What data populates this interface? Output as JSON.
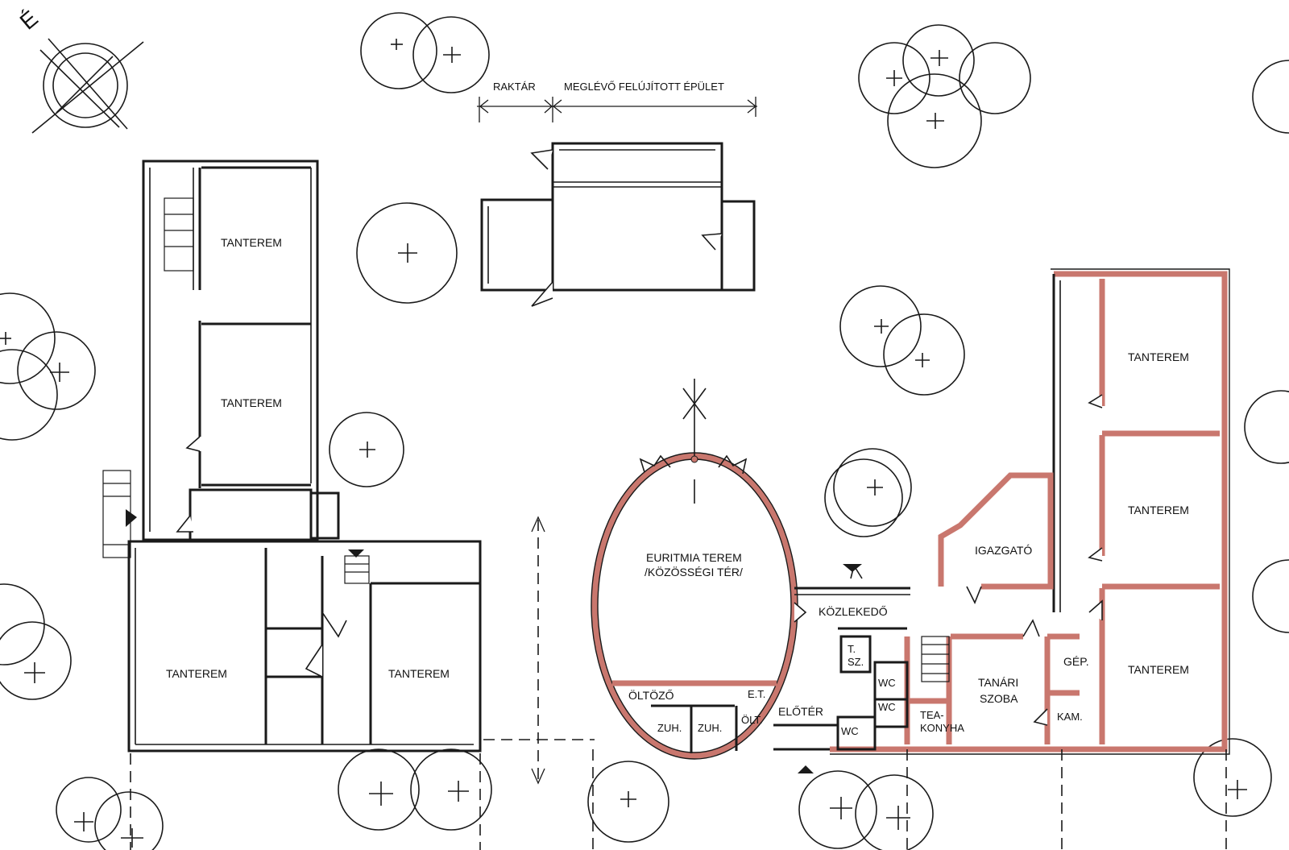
{
  "compass": {
    "north_label": "É"
  },
  "dimension_labels": {
    "storage": "RAKTÁR",
    "existing_building": "MEGLÉVŐ FELÚJÍTOTT ÉPÜLET"
  },
  "rooms": {
    "left_classroom_1": "TANTEREM",
    "left_classroom_2": "TANTEREM",
    "left_classroom_3": "TANTEREM",
    "left_classroom_4": "TANTEREM",
    "right_classroom_1": "TANTEREM",
    "right_classroom_2": "TANTEREM",
    "right_classroom_3": "TANTEREM",
    "eurythmy_line1": "EURITMIA TEREM",
    "eurythmy_line2": "/KÖZÖSSÉGI TÉR/",
    "corridor": "KÖZLEKEDŐ",
    "principal": "IGAZGATÓ",
    "staff_line1": "TANÁRI",
    "staff_line2": "SZOBA",
    "machine": "GÉP.",
    "pantry": "KAM.",
    "tea_line1": "TEA-",
    "tea_line2": "KONYHA",
    "t_line1": "T.",
    "t_line2": "SZ.",
    "wc1": "WC",
    "wc2": "WC",
    "wc3": "WC",
    "lobby": "ELŐTÉR",
    "changing": "ÖLTÖZŐ",
    "shower1": "ZUH.",
    "shower2": "ZUH.",
    "changing_small": "ÖLT.",
    "et": "E.T."
  },
  "colors": {
    "new_wall": "#c9776e",
    "ink": "#1a1a1a",
    "paper": "#ffffff"
  }
}
